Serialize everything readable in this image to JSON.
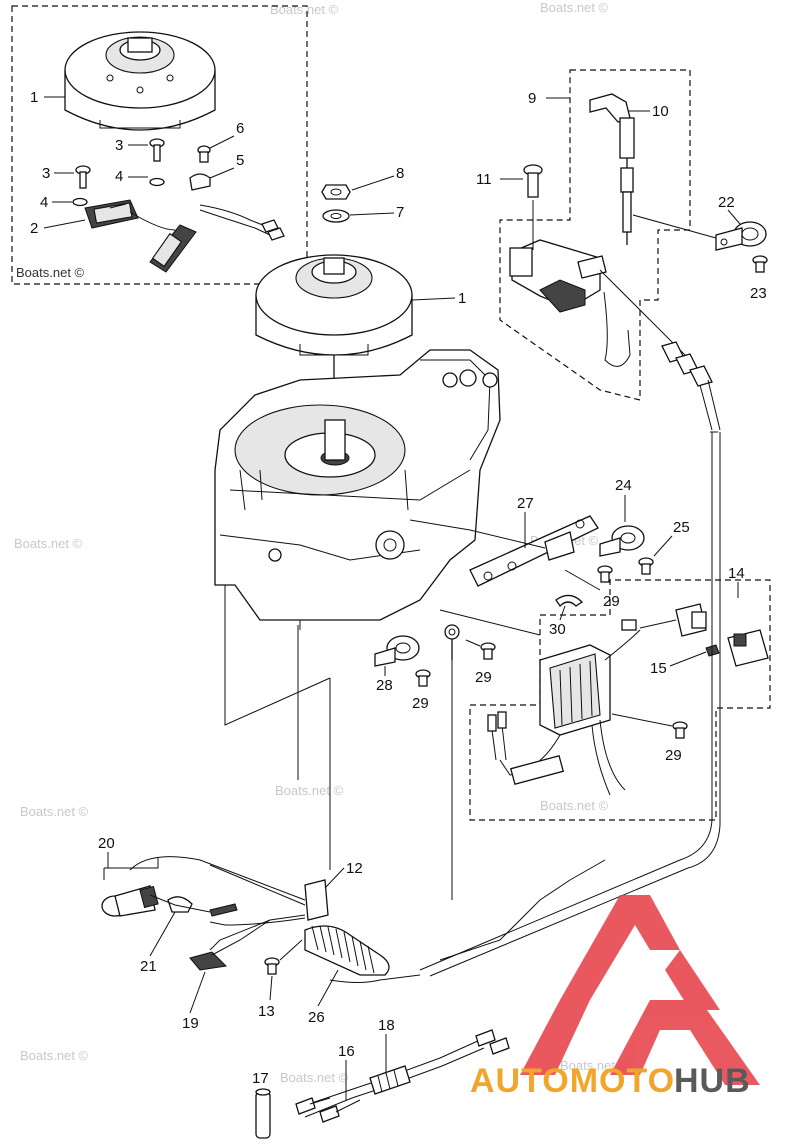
{
  "watermark": {
    "text": "Boats.net ©",
    "inset_label": "Boats.net ©"
  },
  "brand": {
    "part1": "AUTOMOTO",
    "part2": "HUB",
    "logo_color": "#e8424a",
    "accent_color": "#f2a52b"
  },
  "callouts": {
    "c1a": "1",
    "c2": "2",
    "c3a": "3",
    "c4a": "4",
    "c3b": "3",
    "c4b": "4",
    "c6": "6",
    "c5": "5",
    "c8": "8",
    "c7": "7",
    "c1b": "1",
    "c9": "9",
    "c10": "10",
    "c11": "11",
    "c22": "22",
    "c23": "23",
    "c24": "24",
    "c25": "25",
    "c27": "27",
    "c14": "14",
    "c15": "15",
    "c29a": "29",
    "c29b": "29",
    "c29c": "29",
    "c29d": "29",
    "c30": "30",
    "c28": "28",
    "c20": "20",
    "c12": "12",
    "c21": "21",
    "c13": "13",
    "c26": "26",
    "c19": "19",
    "c18": "18",
    "c16": "16",
    "c17": "17"
  }
}
